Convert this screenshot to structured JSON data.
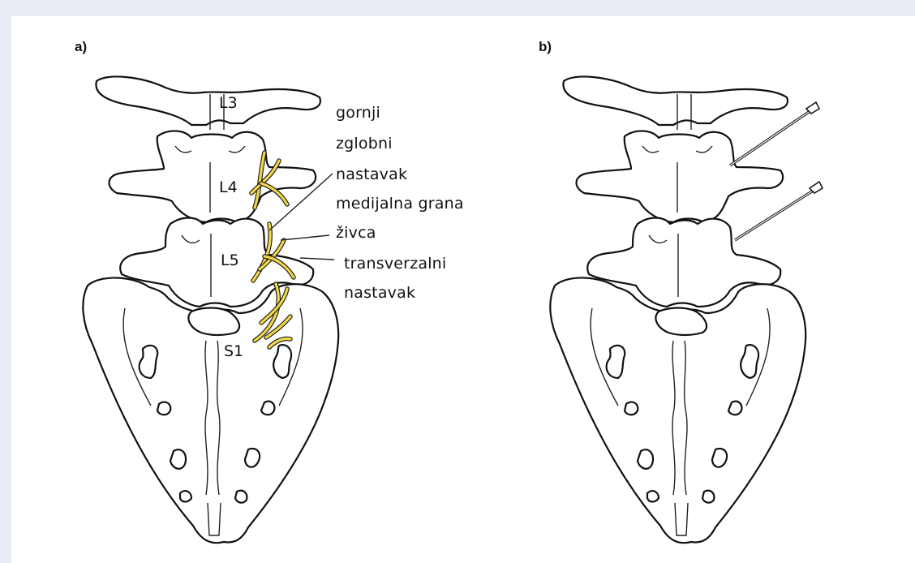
{
  "panels": {
    "a": {
      "label": "a)"
    },
    "b": {
      "label": "b)"
    }
  },
  "vertebra_labels": [
    "L3",
    "L4",
    "L5",
    "S1"
  ],
  "annotations": {
    "superior_articular_process": [
      "gornji",
      "zglobni",
      "nastavak"
    ],
    "medial_branch": [
      "medijalna grana",
      "živca"
    ],
    "transverse_process": [
      "transverzalni",
      "nastavak"
    ]
  },
  "colors": {
    "nerve": "#f1d84a",
    "background": "#e8edf6"
  }
}
